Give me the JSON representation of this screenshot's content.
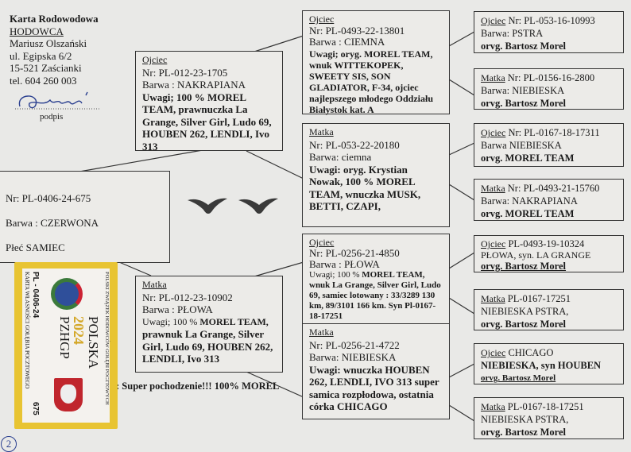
{
  "breeder": {
    "title": "Karta Rodowodowa",
    "label": "HODOWCA",
    "name": "Mariusz Olszański",
    "street": "ul. Egipska 6/2",
    "city": "15-521 Zaścianki",
    "phone": "tel. 604 260 003",
    "signature_label": "podpis"
  },
  "bird": {
    "nr": "Nr: PL-0406-24-675",
    "color": "Barwa : CZERWONA",
    "sex": "Płeć  SAMIEC"
  },
  "father": {
    "label": "Ojciec",
    "nr": "Nr: PL-012-23-1705",
    "color": "Barwa : NAKRAPIANA",
    "notes": "Uwagi; 100 % MOREL TEAM, prawnuczka La Grange, Silver Girl, Ludo 69, HOUBEN 262, LENDLI, Ivo 313"
  },
  "mother": {
    "label": "Matka",
    "nr": "Nr: PL-012-23-10902",
    "color": "Barwa : PŁOWA",
    "notes_prefix": "Uwagi; 100 % ",
    "notes_bold": "MOREL TEAM,",
    "notes": "prawnuk La Grange, Silver Girl, Ludo 69, HOUBEN 262, LENDLI, Ivo 313"
  },
  "gen2": [
    {
      "label": "Ojciec",
      "nr": "Nr: PL-0493-22-13801",
      "color": "Barwa : CIEMNA",
      "notes": "Uwagi; oryg. MOREL TEAM, wnuk WITTEKOPEK, SWEETY SIS, SON GLADIATOR, F-34, ojciec najlepszego młodego Oddziału Białystok kat. A"
    },
    {
      "label": "Matka",
      "nr": "Nr: PL-053-22-20180",
      "color": "Barwa: ciemna",
      "notes": "Uwagi: oryg. Krystian Nowak, 100 % MOREL TEAM, wnuczka MUSK, BETTI, CZAPI,"
    },
    {
      "label": "Ojciec",
      "nr": "Nr: PL-0256-21-4850",
      "color": "Barwa : PŁOWA",
      "notes_prefix": "Uwagi; 100 % ",
      "notes": "MOREL TEAM, wnuk La Grange, Silver Girl, Ludo 69, samiec lotowany : 33/3289 130 km, 89/3101 166 km. Syn Pl-0167-18-17251"
    },
    {
      "label": "Matka",
      "nr": "Nr: PL-0256-21-4722",
      "color": "Barwa: NIEBIESKA",
      "notes": "Uwagi: wnuczka HOUBEN 262, LENDLI, IVO 313 super samica rozpłodowa, ostatnia córka CHICAGO"
    }
  ],
  "gen3": [
    {
      "label": "Ojciec",
      "line1": " Nr: PL-053-16-10993",
      "line2": "Barwa: PSTRA",
      "line3": "orvg. Bartosz Morel"
    },
    {
      "label": "Matka",
      "line1": " Nr: PL-0156-16-2800",
      "line2": "Barwa: NIEBIESKA",
      "line3": "orvg. Bartosz Morel"
    },
    {
      "label": "Ojciec",
      "line1": " Nr: PL-0167-18-17311",
      "line2": "Barwa NIEBIESKA",
      "line3": "orvg. MOREL TEAM"
    },
    {
      "label": "Matka",
      "line1": " Nr: PL-0493-21-15760",
      "line2": "Barwa: NAKRAPIANA",
      "line3": "orvg. MOREL TEAM"
    },
    {
      "label": "Ojciec",
      "line1": " PL-0493-19-10324",
      "line2": "PŁOWA,  syn. LA GRANGE",
      "line3": "orvg. Bartosz Morel"
    },
    {
      "label": "Matka",
      "line1": " PL-0167-17251",
      "line2": "NIEBIESKA PSTRA,",
      "line3": "orvg. Bartosz Morel"
    },
    {
      "label": "Ojciec",
      "line1": " CHICAGO",
      "line2": "NIEBIESKA, syn HOUBEN",
      "line3": "orvg. Bartosz Morel"
    },
    {
      "label": "Matka",
      "line1": " PL-0167-18-17251",
      "line2": "NIEBIESKA PSTRA,",
      "line3": "orvg. Bartosz Morel"
    }
  ],
  "remark": ": Super pochodzenie!!! 100% MOREL",
  "card": {
    "ring": "PL - 0406-24",
    "serial": "675",
    "caption": "KARTA WŁASNOŚCI GOŁĘBIA POCZTOWEGO",
    "org": "POLSKI ZWIĄZEK HODOWCÓW GOŁĘBI POCZTOWYCH",
    "country": "POLSKA",
    "year": "2024",
    "abbr": "PZHGP",
    "color": "#e8c432"
  },
  "page_number": "2"
}
